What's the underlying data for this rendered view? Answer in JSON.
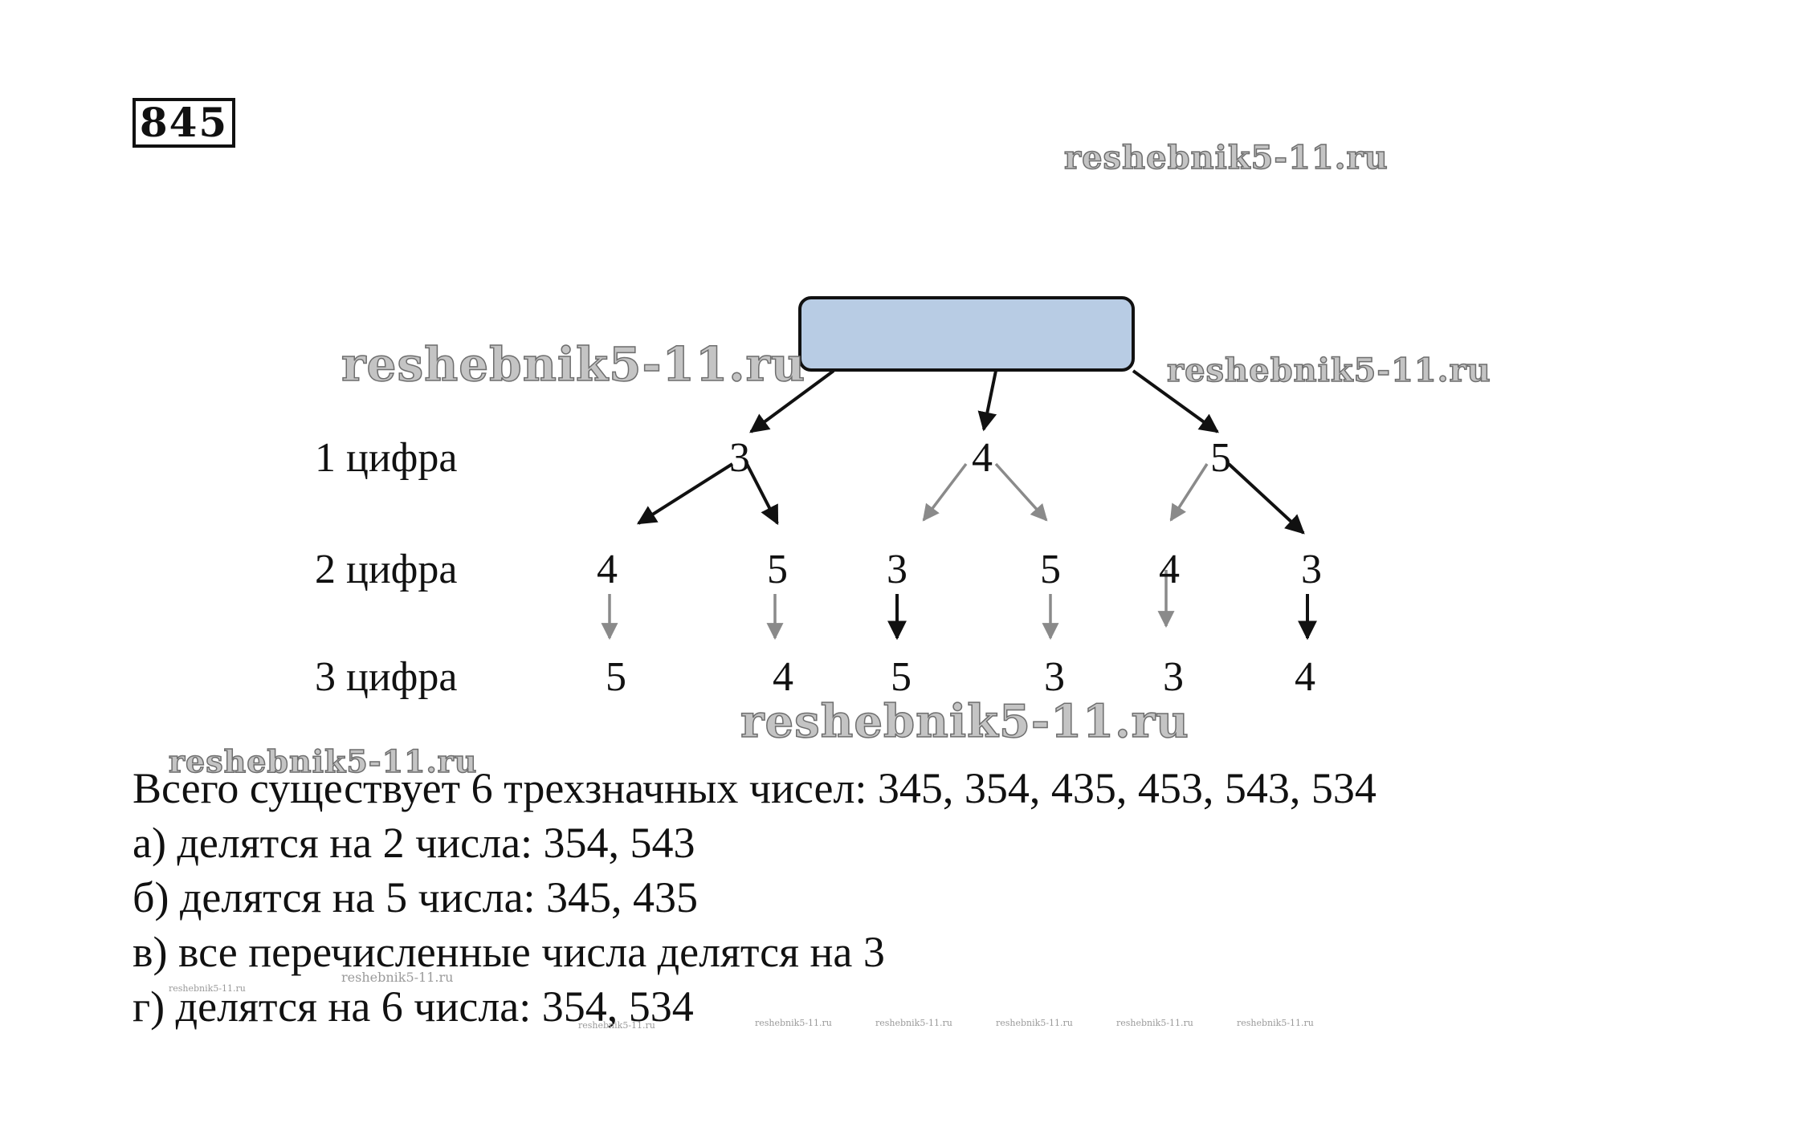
{
  "problem_number": "845",
  "watermark": {
    "text": "reshebnik5-11.ru",
    "tiny": [
      "reshebnik5-11.ru",
      "reshebnik5-11.ru",
      "reshebnik5-11.ru",
      "reshebnik5-11.ru",
      "reshebnik5-11.ru",
      "reshebnik5-11.ru",
      "reshebnik5-11.ru",
      "reshebnik5-11.ru"
    ]
  },
  "tree": {
    "root_color": "#b8cce4",
    "row_labels": [
      "1 цифра",
      "2 цифра",
      "3 цифра"
    ],
    "level1": [
      "3",
      "4",
      "5"
    ],
    "level2": [
      "4",
      "5",
      "3",
      "5",
      "4",
      "3"
    ],
    "level3": [
      "5",
      "4",
      "5",
      "3",
      "3",
      "4"
    ]
  },
  "answer": {
    "total": "Всего существует 6 трехзначных чисел: 345, 354, 435, 453, 543, 534",
    "a": "а) делятся на 2 числа: 354, 543",
    "b": "б) делятся на 5 числа: 345, 435",
    "v": "в) все перечисленные числа делятся на 3",
    "g": "г) делятся на 6 числа: 354, 534"
  }
}
